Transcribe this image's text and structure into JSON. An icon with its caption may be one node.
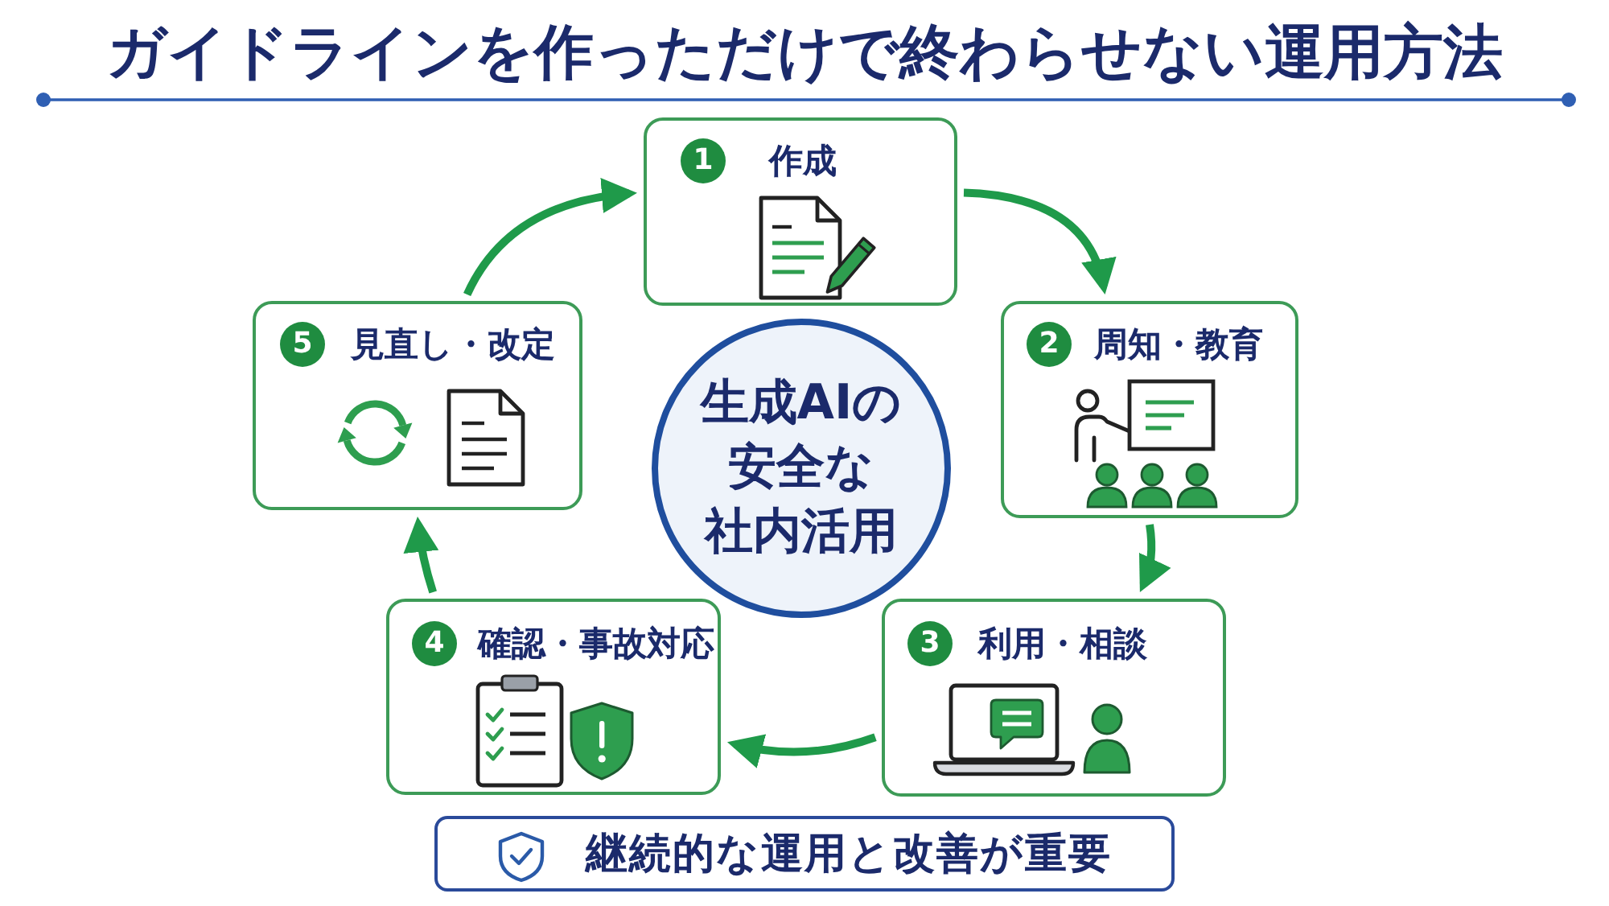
{
  "diagram": {
    "title": "ガイドラインを作っただけで終わらせない運用方法",
    "nodes": [
      {
        "text": [
          "1",
          "作成"
        ]
      },
      {
        "text": [
          "2",
          "周知・教育"
        ]
      },
      {
        "text": [
          "3",
          "利用・相談"
        ]
      },
      {
        "text": [
          "4",
          "確認・事故対応"
        ]
      },
      {
        "text": [
          "5",
          "見直し・改定"
        ]
      },
      {
        "text": [
          "生成AIの安全な社内活用"
        ]
      },
      {
        "text": [
          "継続的な運用と改善が重要"
        ]
      }
    ],
    "edges": [
      {
        "from": 0,
        "to": 1,
        "arrow": "to"
      },
      {
        "from": 1,
        "to": 2,
        "arrow": "to"
      },
      {
        "from": 2,
        "to": 3,
        "arrow": "to"
      },
      {
        "from": 3,
        "to": 4,
        "arrow": "to"
      },
      {
        "from": 4,
        "to": 0,
        "arrow": "to"
      }
    ]
  }
}
